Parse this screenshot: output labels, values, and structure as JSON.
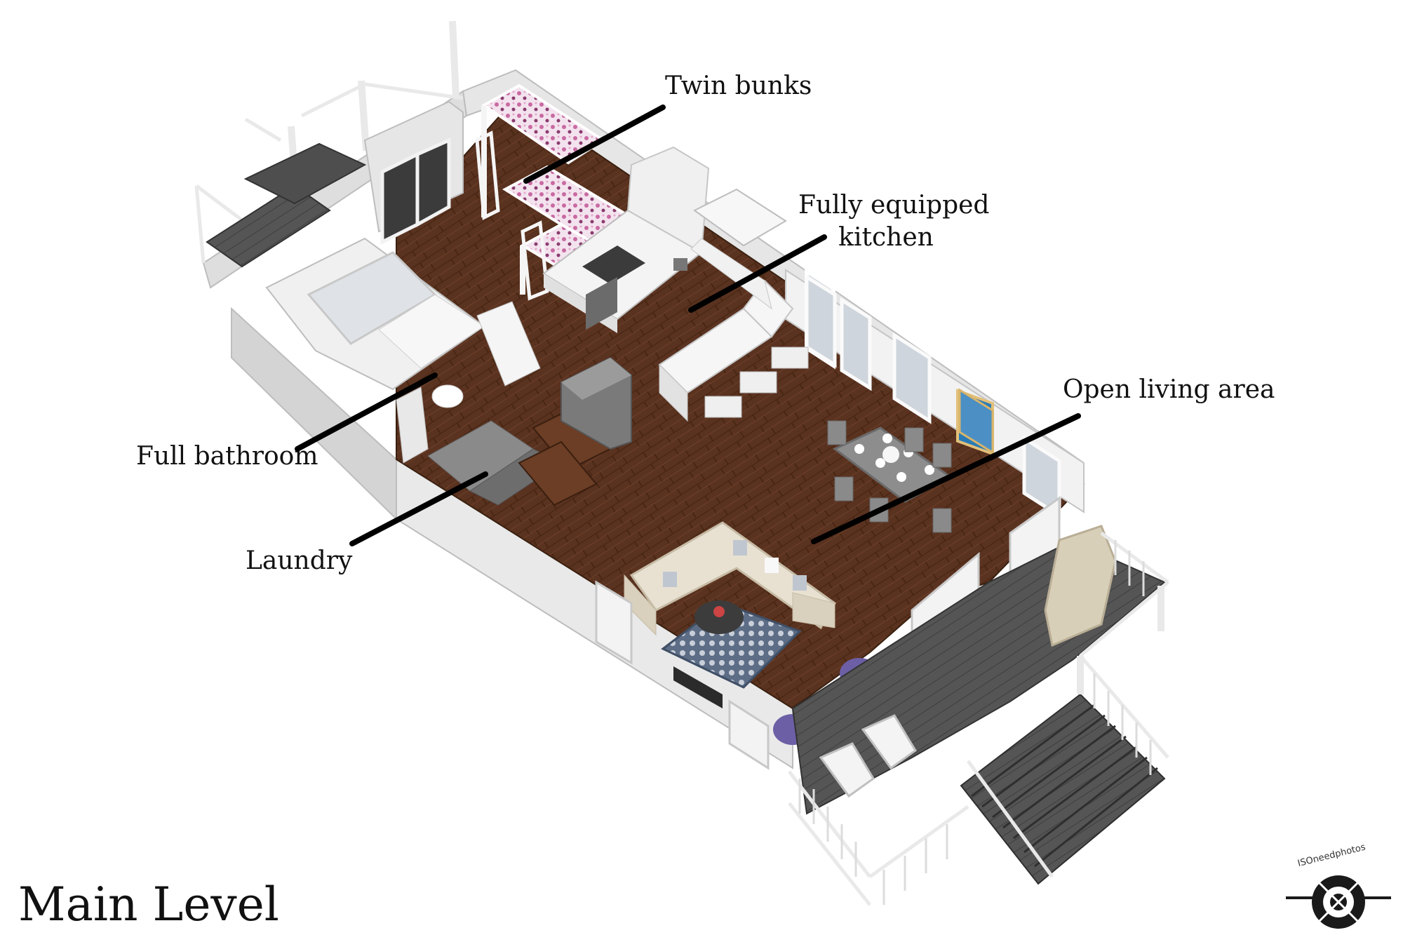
{
  "labels": {
    "twin_bunks": "Twin bunks",
    "kitchen_line1": "Fully equipped",
    "kitchen_line2": "kitchen",
    "open_living": "Open living area",
    "full_bathroom": "Full bathroom",
    "laundry": "Laundry"
  },
  "title": "Main Level",
  "watermark": "ISOneedphotos",
  "colors": {
    "floor_wood": "#5a3220",
    "wall": "#ececec",
    "deck": "#5b5b5b",
    "leader_line": "#000000"
  }
}
